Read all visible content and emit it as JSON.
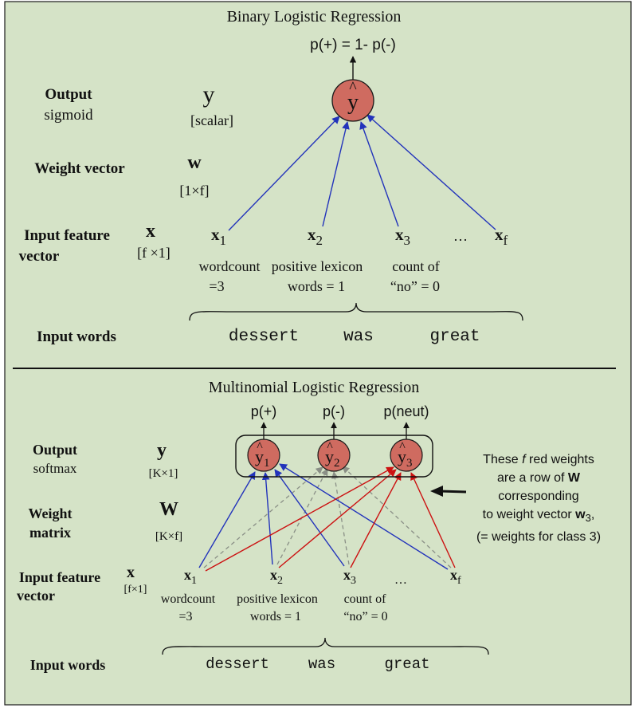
{
  "colors": {
    "background": "#d5e3c7",
    "border": "#1a1a1a",
    "node_fill": "#cf6b60",
    "node_stroke": "#1a1a1a",
    "blue_edge": "#2233bb",
    "red_edge": "#cc1111",
    "gray_edge": "#8a8f86",
    "text": "#111111"
  },
  "binary": {
    "title": "Binary Logistic Regression",
    "formula": "p(+) = 1- p(-)",
    "row_output": {
      "label": "Output",
      "sub": "sigmoid",
      "sym": "y",
      "dim": "[scalar]"
    },
    "row_weight": {
      "label": "Weight vector",
      "sym": "w",
      "dim": "[1×f]"
    },
    "row_feature": {
      "label1": "Input feature",
      "label2": "vector",
      "sym": "x",
      "dim": "[f ×1]"
    },
    "node": "y",
    "features": [
      {
        "base": "x",
        "sub": "1",
        "desc1": "wordcount",
        "desc2": "=3"
      },
      {
        "base": "x",
        "sub": "2",
        "desc1": "positive lexicon",
        "desc2": "words = 1"
      },
      {
        "base": "x",
        "sub": "3",
        "desc1": "count of",
        "desc2": "“no” = 0"
      },
      {
        "base": "x",
        "sub": "f",
        "desc1": "",
        "desc2": ""
      }
    ],
    "ellipsis": "…",
    "input_words_label": "Input words",
    "words": [
      "dessert",
      "was",
      "great"
    ]
  },
  "multinomial": {
    "title": "Multinomial Logistic Regression",
    "outputs": [
      "p(+)",
      "p(-)",
      "p(neut)"
    ],
    "row_output": {
      "label": "Output",
      "sub": "softmax",
      "sym": "y",
      "dim": "[K×1]"
    },
    "row_weight": {
      "label1": "Weight",
      "label2": "matrix",
      "sym": "W",
      "dim": "[K×f]"
    },
    "row_feature": {
      "label1": "Input feature",
      "label2": "vector",
      "sym": "x",
      "dim": "[f×1]"
    },
    "nodes": [
      {
        "base": "y",
        "sub": "1"
      },
      {
        "base": "y",
        "sub": "2"
      },
      {
        "base": "y",
        "sub": "3"
      }
    ],
    "features": [
      {
        "base": "x",
        "sub": "1",
        "desc1": "wordcount",
        "desc2": "=3"
      },
      {
        "base": "x",
        "sub": "2",
        "desc1": "positive lexicon",
        "desc2": "words = 1"
      },
      {
        "base": "x",
        "sub": "3",
        "desc1": "count of",
        "desc2": "“no” = 0"
      },
      {
        "base": "x",
        "sub": "f",
        "desc1": "",
        "desc2": ""
      }
    ],
    "ellipsis": "…",
    "annotation": {
      "line1_pre": "These ",
      "line1_em": "f",
      "line1_post": " red weights",
      "line2_pre": "are a row of ",
      "line2_bold": "W",
      "line3": "corresponding",
      "line4_pre": "to weight vector ",
      "line4_bold": "w",
      "line4_sub": "3",
      "line4_post": ",",
      "line5": "(= weights for class 3)"
    },
    "input_words_label": "Input words",
    "words": [
      "dessert",
      "was",
      "great"
    ]
  }
}
